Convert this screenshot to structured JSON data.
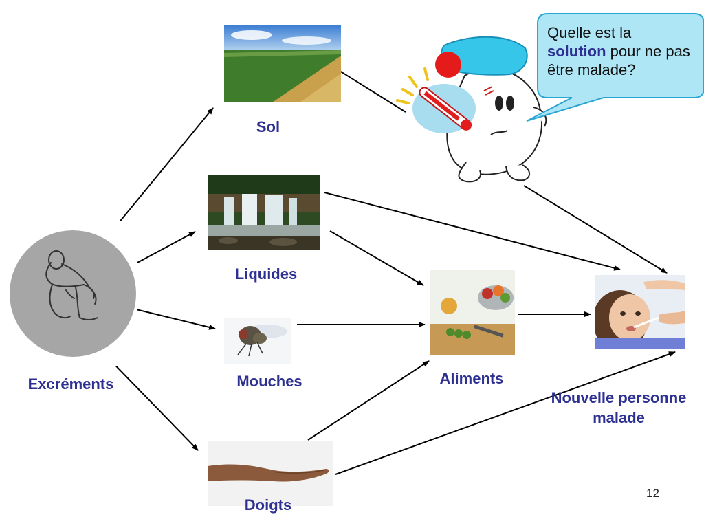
{
  "nodes": {
    "excrements": "Excréments",
    "sol": "Sol",
    "liquides": "Liquides",
    "mouches": "Mouches",
    "doigts": "Doigts",
    "aliments": "Aliments",
    "nouvelle_personne": "Nouvelle personne malade"
  },
  "bubble": {
    "part1": "Quelle est la",
    "highlight": "solution",
    "part2": "pour ne pas être malade?"
  },
  "page_number": "12",
  "colors": {
    "label": "#2e3192",
    "bubble_fill": "#aee6f5",
    "bubble_stroke": "#2aa6d4",
    "arrow": "#000000",
    "circle": "#a6a6a6"
  }
}
